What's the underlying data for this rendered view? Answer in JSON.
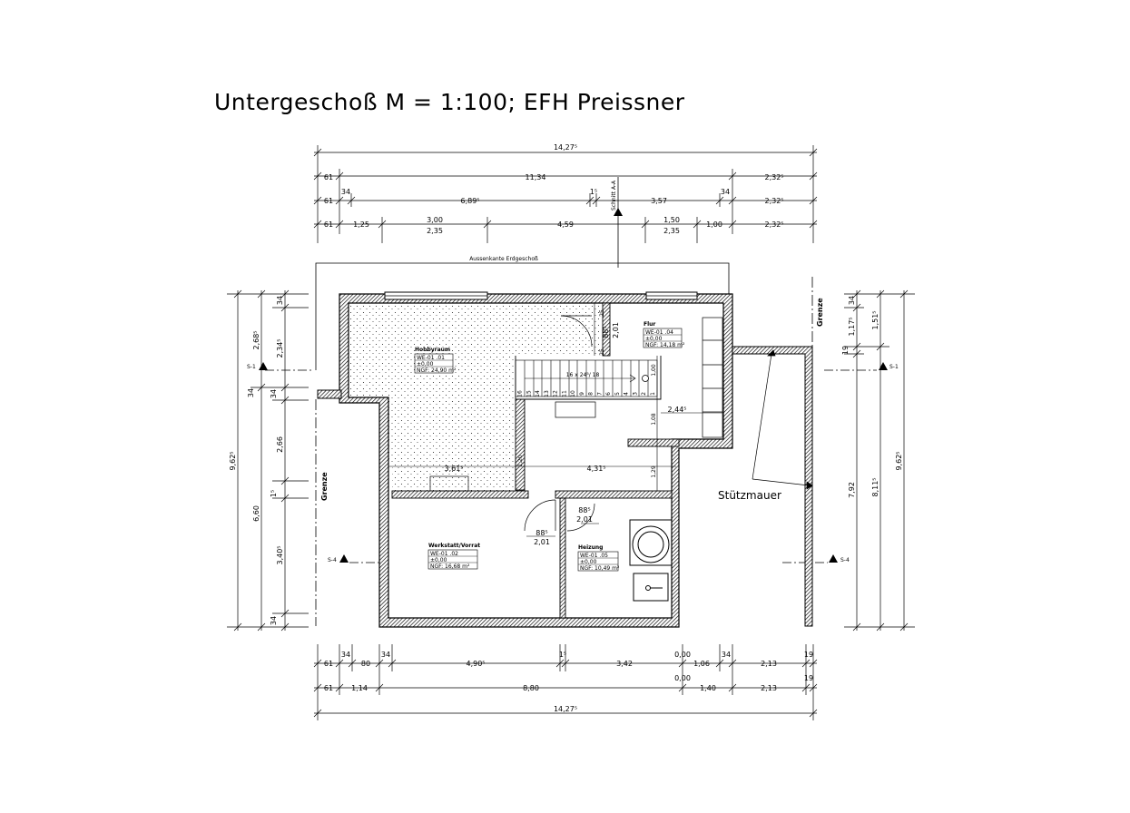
{
  "title": "Untergeschoß M = 1:100; EFH Preissner",
  "top_dimensions": {
    "overall": "14,27⁵",
    "row1": [
      "61",
      "11,34",
      "2,32⁵"
    ],
    "row2": [
      "61",
      "34",
      "6,89⁵",
      "1⁵",
      "3,57",
      "34",
      "2,32⁵"
    ],
    "row3_top": [
      "61",
      "1,25",
      "3,00",
      "4,59",
      "1,50",
      "1,00",
      "2,32⁵"
    ],
    "row3_bottom": [
      "2,35",
      "2,35"
    ]
  },
  "bottom_dimensions": {
    "row1": [
      "61",
      "34",
      "80",
      "34",
      "4,90⁵",
      "1⁵",
      "3,42",
      "0,00",
      "1,06",
      "34",
      "2,13",
      "19"
    ],
    "row2": [
      "61",
      "1,14",
      "8,80",
      "0,00",
      "1,40",
      "2,13",
      "19"
    ],
    "overall": "14,27⁵"
  },
  "left_dimensions": [
    "9,62⁵",
    "2,68⁵",
    "6,60",
    "34",
    "2,34⁵",
    "34",
    "2,66",
    "1⁵",
    "3,40⁵",
    "34",
    "34"
  ],
  "right_dimensions": [
    "34",
    "1,17⁵",
    "1,51⁵",
    "19",
    "7,92",
    "8,11⁵",
    "9,62⁵"
  ],
  "section_marks": {
    "s1_left": "S-1",
    "s1_right": "S-1",
    "s4_left": "S-4",
    "s4_right": "S-4",
    "schnitt": "Schnitt A-A"
  },
  "labels": {
    "aussenkante": "Aussenkante Erdgeschoß",
    "grenze_left": "Grenze",
    "grenze_right": "Grenze",
    "stuetzmauer": "Stützmauer",
    "stairs": "16 x 24⁵/ 18"
  },
  "interior_dimensions": {
    "hobby_width": "3,61⁵",
    "flur_width": "4,31⁵",
    "flur_mid": "2,44⁵",
    "door_top_88": "88⁵",
    "door_top_201": "2,01",
    "door_mid_88": "88⁵",
    "door_mid_201": "2,01",
    "door_left_88": "88⁵",
    "door_left_201": "2,01",
    "small_25a": "25",
    "small_25b": "25",
    "flur_v1": "1,00",
    "flur_v2": "1,08",
    "flur_v3": "1,29",
    "hobby_v": "1,20"
  },
  "stair_steps": [
    "16",
    "15",
    "14",
    "13",
    "12",
    "11",
    "10",
    "9",
    "8",
    "7",
    "6",
    "5",
    "4",
    "3",
    "2",
    "1"
  ],
  "rooms": [
    {
      "name": "Hobbyraum",
      "id": "WE-01 .01",
      "level": "±0,00",
      "area": "NGF: 24,90 m²"
    },
    {
      "name": "Flur",
      "id": "WE-01 .04",
      "level": "±0,00",
      "area": "NGF: 14,18 m²"
    },
    {
      "name": "Werkstatt/Vorrat",
      "id": "WE-01 .02",
      "level": "±0,00",
      "area": "NGF:     16,68 m²"
    },
    {
      "name": "Heizung",
      "id": "WE-01 .05",
      "level": "±0,00",
      "area": "NGF: 10,49 m²"
    }
  ]
}
